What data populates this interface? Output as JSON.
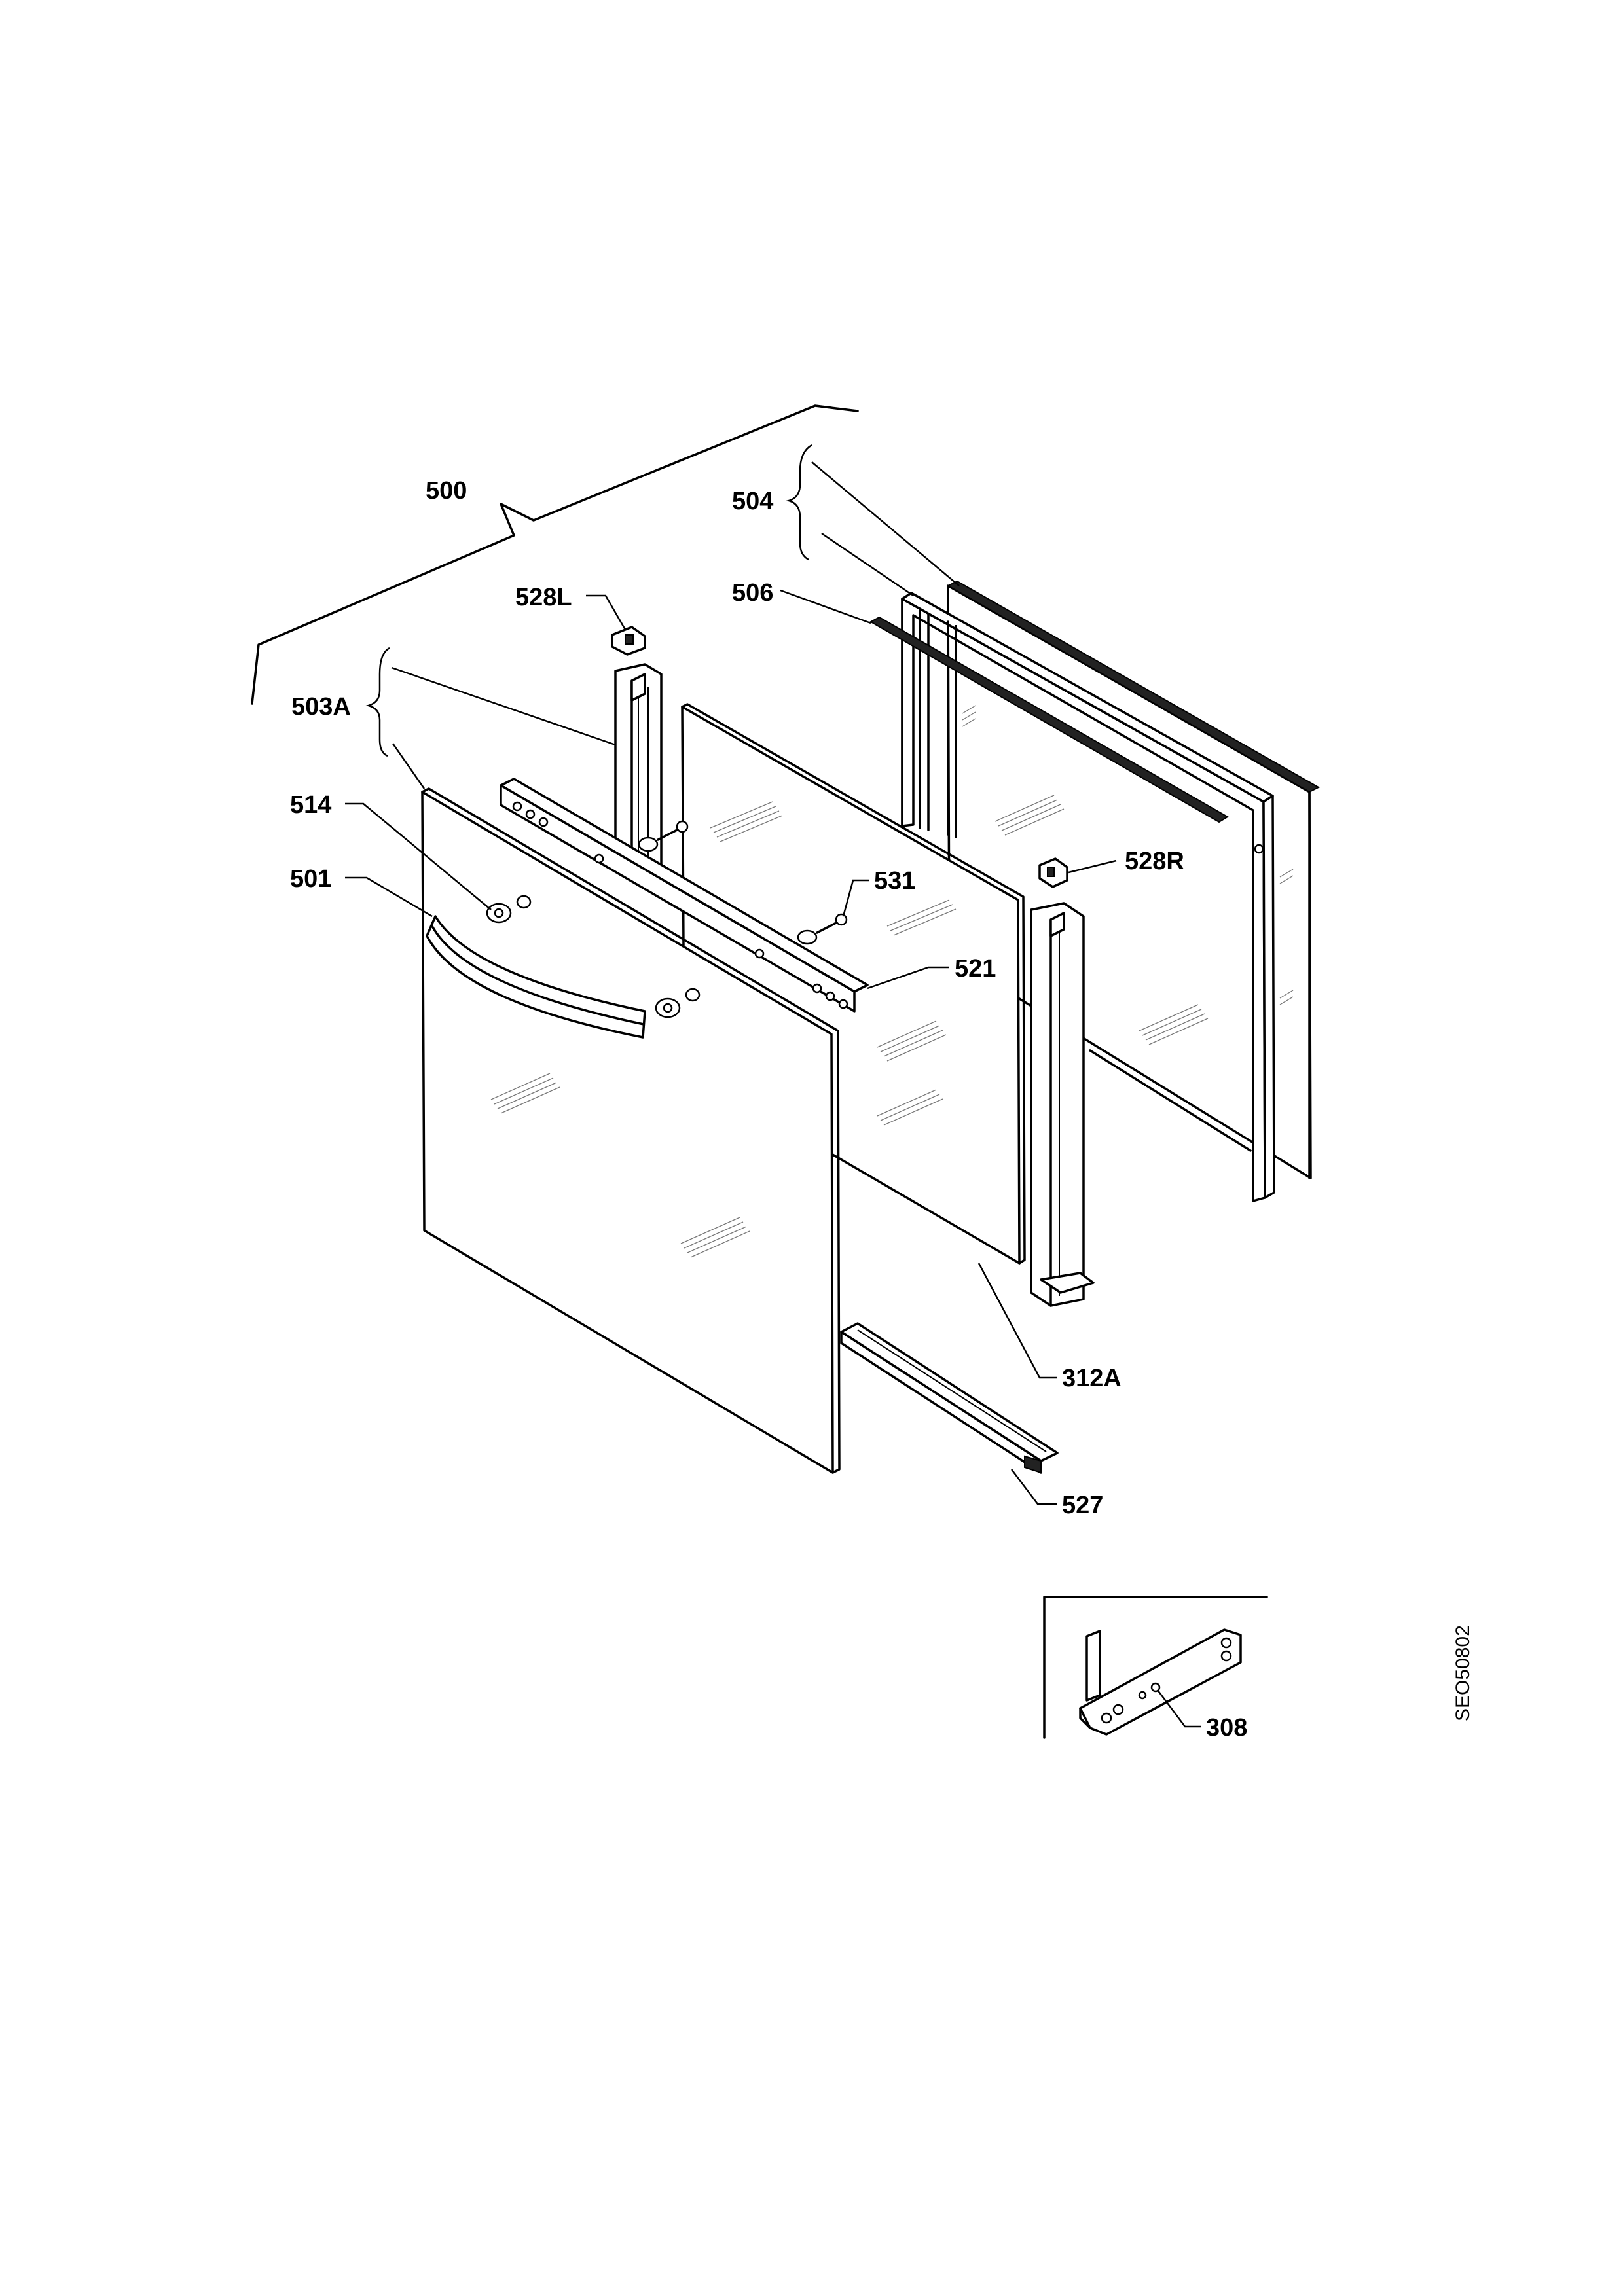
{
  "labels": {
    "p500": "500",
    "p504": "504",
    "p528L": "528L",
    "p506": "506",
    "p503A": "503A",
    "p514": "514",
    "p501": "501",
    "p531": "531",
    "p528R": "528R",
    "p521": "521",
    "p312A": "312A",
    "p527": "527",
    "p308": "308"
  },
  "drawing_code": "SEO50802"
}
